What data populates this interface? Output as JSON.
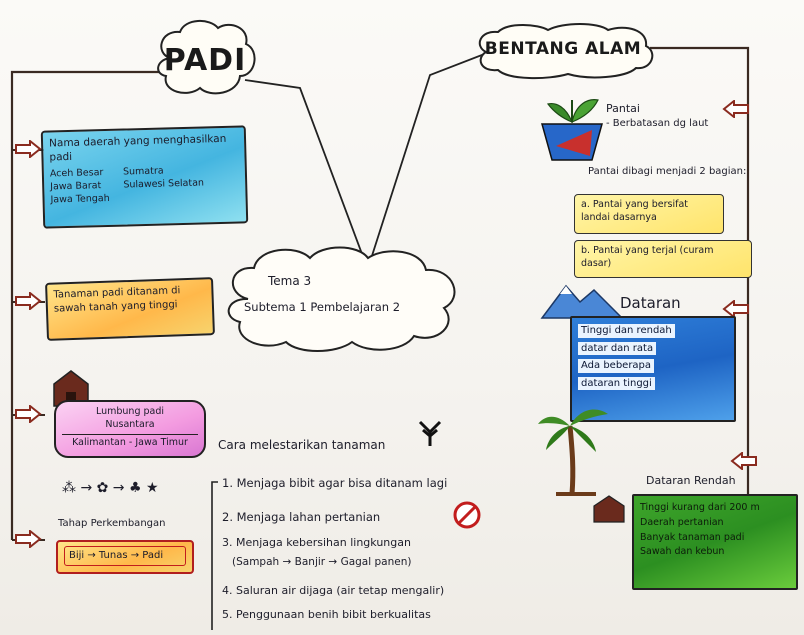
{
  "padi": {
    "title": "PADI",
    "jenis_box": {
      "heading": "Nama daerah yang menghasilkan padi",
      "items": [
        "Aceh Besar",
        "Sumatra",
        "Jawa Barat",
        "Sulawesi Selatan",
        "Jawa Tengah"
      ]
    },
    "ditanam_box": {
      "text": "Tanaman padi ditanam di sawah tanah yang tinggi"
    },
    "sumber_box": {
      "line1": "Lumbung padi",
      "line2": "Nusantara",
      "line3": "Kalimantan - Jawa Timur"
    },
    "tahap_box": {
      "label": "Tahap Perkembangan",
      "text": "Biji → Tunas → Padi"
    }
  },
  "center_cloud": {
    "line1": "Tema 3",
    "line2": "Subtema 1  Pembelajaran 2"
  },
  "bentang": {
    "title": "BENTANG ALAM",
    "pantai": {
      "label": "Pantai",
      "desc": "- Berbatasan dg laut",
      "intro": "Pantai dibagi menjadi 2 bagian:",
      "a": "a. Pantai yang bersifat landai dasarnya",
      "b": "b. Pantai yang terjal (curam dasar)"
    },
    "dataran": {
      "label": "Dataran",
      "lines": [
        "Tinggi dan rendah",
        "datar dan rata",
        "Ada beberapa",
        "dataran tinggi"
      ]
    },
    "rendah": {
      "label": "Dataran Rendah",
      "lines": [
        "Tinggi kurang dari 200 m",
        "Daerah pertanian",
        "Banyak tanaman padi",
        "Sawah dan kebun"
      ]
    }
  },
  "cara": {
    "heading": "Cara melestarikan tanaman",
    "items": [
      "1. Menjaga bibit agar bisa ditanam lagi",
      "2. Menjaga lahan pertanian",
      "3. Menjaga kebersihan lingkungan",
      "(Sampah → Banjir → Gagal panen)",
      "4. Saluran air dijaga (air tetap mengalir)",
      "5. Penggunaan benih bibit berkualitas"
    ]
  },
  "colors": {
    "ink": "#1d1d2a",
    "blue_fill": "#44b5e0",
    "orange_fill": "#ffb84a",
    "pink_fill": "#f39be0",
    "yellow_fill": "#ffe46b",
    "deepblue_fill": "#1e64c4",
    "green_fill": "#2c8f21",
    "arrow_maroon": "#8a2b1f"
  },
  "icons": [
    "arrow-right-icon",
    "arrow-left-icon",
    "plant-pot-icon",
    "mountain-icon",
    "palm-tree-icon",
    "house-icon",
    "grain-icon",
    "prohibited-icon"
  ]
}
